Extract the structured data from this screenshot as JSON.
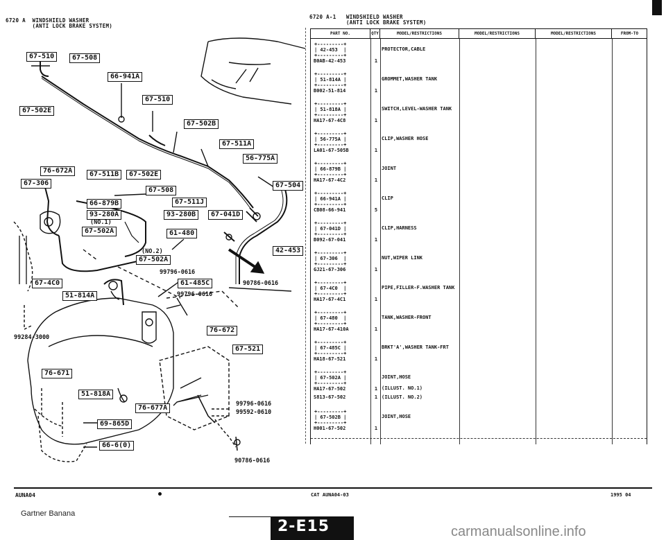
{
  "header": {
    "left_line1": "6720 A  WINDSHIELD WASHER",
    "left_line2": "        (ANTI LOCK BRAKE SYSTEM)",
    "right_line1": "6720 A-1   WINDSHIELD WASHER",
    "right_line2": "           (ANTI LOCK BRAKE SYSTEM)"
  },
  "callouts": {
    "c1": "67-510",
    "c2": "67-508",
    "c3": "66-941A",
    "c4": "67-510",
    "c5": "67-502E",
    "c6": "67-502B",
    "c7": "67-511A",
    "c8": "56-775A",
    "c9": "76-672A",
    "c10": "67-511B",
    "c11": "67-502E",
    "c12": "67-306",
    "c13": "67-508",
    "c14": "67-504",
    "c15": "66-879B",
    "c16": "67-511J",
    "c17": "93-280A",
    "c18": "93-280B",
    "c19": "67-041D",
    "c20": "67-502A",
    "c21": "61-480",
    "c22": "42-453",
    "c23": "67-502A",
    "c24": "67-4C0",
    "c25": "61-485C",
    "c26": "51-814A",
    "c27": "76-672",
    "c28": "67-521",
    "c29": "76-671",
    "c30": "51-818A",
    "c31": "76-677A",
    "c32": "69-865D",
    "c33": "66-6(0)"
  },
  "plain_labels": {
    "no1": "(NO.1)",
    "no2": "(NO.2)",
    "p1": "99796-0616",
    "p2": "99796-0616",
    "p3": "90786-0616",
    "p4": "99796-0616",
    "p5": "99592-0610",
    "p6": "90786-0616",
    "p7": "99284-3000"
  },
  "table": {
    "headers": [
      "PART NO.",
      "QTY",
      "MODEL/RESTRICTIONS",
      "MODEL/RESTRICTIONS",
      "MODEL/RESTRICTIONS",
      "FROM-TO"
    ],
    "rows": [
      {
        "box": "+---------+\n| 42-453  |\n+---------+",
        "part": "B0AB-42-453",
        "qty": "1",
        "desc": "PROTECTOR,CABLE"
      },
      {
        "box": "+---------+\n| 51-814A |\n+---------+",
        "part": "B002-51-814",
        "qty": "1",
        "desc": "GROMMET,WASHER TANK"
      },
      {
        "box": "+---------+\n| 51-818A |\n+---------+",
        "part": "HA17-67-4C8",
        "qty": "1",
        "desc": "SWITCH,LEVEL-WASHER TANK"
      },
      {
        "box": "+---------+\n| 56-775A |\n+---------+",
        "part": "LA01-67-505B",
        "qty": "1",
        "desc": "CLIP,WASHER HOSE"
      },
      {
        "box": "+---------+\n| 66-879B |\n+---------+",
        "part": "HA17-67-4C2",
        "qty": "1",
        "desc": "JOINT"
      },
      {
        "box": "+---------+\n| 66-941A |\n+---------+",
        "part": "CB08-66-941",
        "qty": "5",
        "desc": "CLIP"
      },
      {
        "box": "+---------+\n| 67-041D |\n+---------+",
        "part": "B092-67-041",
        "qty": "1",
        "desc": "CLIP,HARNESS"
      },
      {
        "box": "+---------+\n| 67-306  |\n+---------+",
        "part": "GJ21-67-306",
        "qty": "1",
        "desc": "NUT,WIPER LINK"
      },
      {
        "box": "+---------+\n| 67-4C0  |\n+---------+",
        "part": "HA17-67-4C1",
        "qty": "1",
        "desc": "PIPE,FILLER-F.WASHER TANK"
      },
      {
        "box": "+---------+\n| 67-480  |\n+---------+",
        "part": "HA17-67-410A",
        "qty": "1",
        "desc": "TANK,WASHER-FRONT"
      },
      {
        "box": "+---------+\n| 67-485C |\n+---------+",
        "part": "HA18-67-521",
        "qty": "1",
        "desc": "BRKT'A',WASHER TANK-FRT"
      },
      {
        "box": "+---------+\n| 67-502A |\n+---------+",
        "part": "HA17-67-502",
        "qty": "1",
        "desc": "JOINT,HOSE",
        "extra_part": "S813-67-502",
        "extra_qty": "1",
        "desc2": "(ILLUST. NO.1)",
        "desc3": "(ILLUST. NO.2)"
      },
      {
        "box": "+---------+\n| 67-502B |\n+---------+",
        "part": "H001-67-502",
        "qty": "1",
        "desc": "JOINT,HOSE"
      }
    ]
  },
  "footer": {
    "left_code": "AUNA04",
    "mid_code": "CAT  AUNA04-03",
    "right_date": "1995 04",
    "page_tab": "2-E15",
    "watermark_left": "Gartner Banana",
    "watermark_right": "carmanualsonline.info"
  }
}
